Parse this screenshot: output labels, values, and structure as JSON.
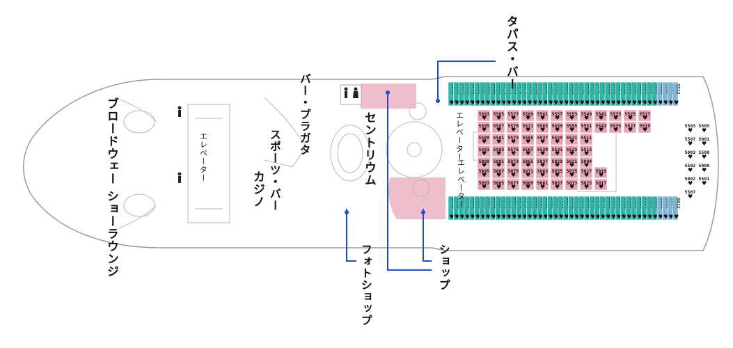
{
  "labels": {
    "tapas_bar": "タパス・バー",
    "bar_plagata": "バー・プラガタ",
    "broadway_show_lounge": "ブロードウェー ショーラウンジ",
    "sports_bar": "スポーツ・バー",
    "centrium": "セントリウム",
    "casino": "カジノ",
    "elevator": "エレベーター",
    "shop": "ショップ",
    "photo_shop": "フォトショップ"
  },
  "cabins": {
    "top_row": [
      "5598",
      "5596",
      "5594",
      "5592",
      "5590",
      "5588",
      "5586",
      "5584",
      "5582",
      "5580",
      "5578",
      "5576",
      "5574",
      "5572",
      "5570",
      "5568",
      "5566",
      "5564",
      "5562",
      "5560",
      "5558",
      "5556",
      "5554",
      "5552",
      "5550",
      "5548",
      "5546",
      "5544",
      "5542",
      "5540",
      "5538",
      "5536",
      "5534",
      "5532",
      "5530",
      "5528",
      "5526",
      "5524",
      "5522",
      "5520",
      "5518",
      "5516",
      "5514",
      "5512"
    ],
    "bottom_row": [
      "5098",
      "5096",
      "5094",
      "5092",
      "5090",
      "5088",
      "5086",
      "5084",
      "5082",
      "5080",
      "5078",
      "5076",
      "5074",
      "5072",
      "5070",
      "5068",
      "5066",
      "5064",
      "5062",
      "5060",
      "5058",
      "5056",
      "5054",
      "5052",
      "5050",
      "5048",
      "5046",
      "5044",
      "5042",
      "5040",
      "5038",
      "5036",
      "5034",
      "5032",
      "5030",
      "5028",
      "5026",
      "5024",
      "5022",
      "5020",
      "5018",
      "5016",
      "5014",
      "5012"
    ],
    "inner_top": [
      "5593",
      "5595",
      "5585",
      "5587",
      "5577",
      "5579",
      "5569",
      "5571",
      "5561",
      "5563",
      "5557",
      "5559",
      "5553",
      "5555",
      "5549",
      "5551",
      "5541",
      "5543",
      "5533",
      "5535",
      "5525",
      "5527",
      "5517",
      "5519"
    ],
    "inner_mid": [
      "5589",
      "5591",
      "5581",
      "5583",
      "5573",
      "5575",
      "5565",
      "5567",
      "5537",
      "5539",
      "5529",
      "5531",
      "5521",
      "5523",
      "5511",
      "5513"
    ],
    "inner_mid2": [
      "5089",
      "5091",
      "5081",
      "5083",
      "5073",
      "5075",
      "5065",
      "5067",
      "5037",
      "5039",
      "5029",
      "5031",
      "5021",
      "5023",
      "5009",
      "5011"
    ],
    "inner_bottom": [
      "5095",
      "5093",
      "5087",
      "5085",
      "5079",
      "5077",
      "5071",
      "5069",
      "5063",
      "5061",
      "5055",
      "5057",
      "5035",
      "5033",
      "5027",
      "5025",
      "5019",
      "5017"
    ],
    "bow": [
      "5503",
      "5505",
      "5507",
      "5001",
      "5003",
      "5500",
      "5502",
      "5000",
      "5002",
      "5501",
      "5507"
    ]
  },
  "colors": {
    "teal": "#2fb4a6",
    "pink": "#e8a3b4",
    "crimson": "#d8304f",
    "blue_line": "#1b4fc8",
    "grey_line": "#9a9a9a"
  }
}
